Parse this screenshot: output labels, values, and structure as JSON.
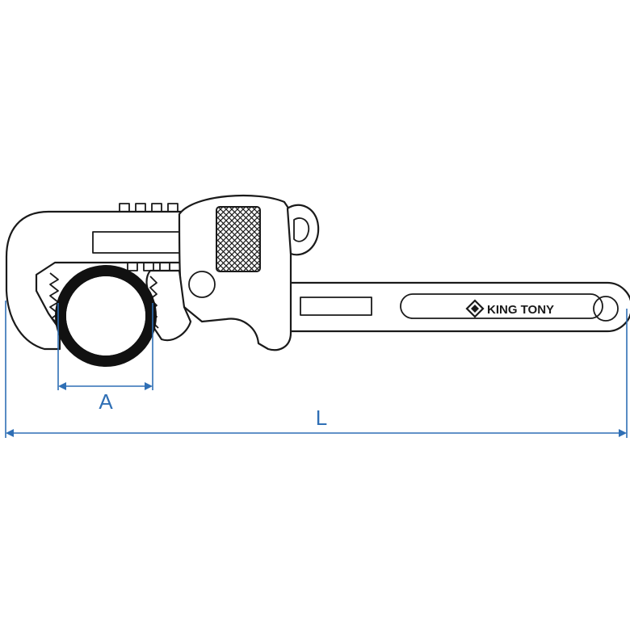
{
  "diagram": {
    "dimension_a_label": "A",
    "dimension_l_label": "L",
    "brand_text": "KING TONY",
    "dimension_color": "#2f6fb5",
    "outline_color": "#1a1a1a",
    "icons": [
      "pipe-wrench-icon",
      "pipe-ring-icon",
      "king-tony-logo-icon"
    ]
  }
}
